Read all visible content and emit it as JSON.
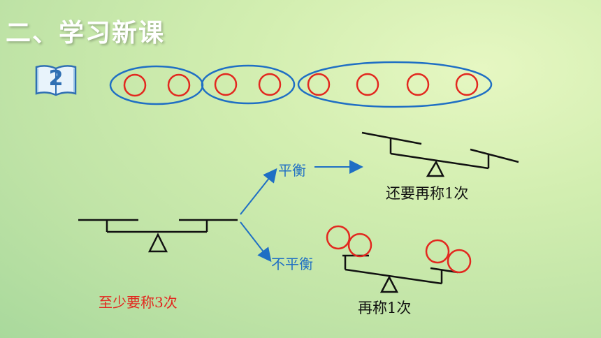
{
  "header": {
    "title": "二、学习新课"
  },
  "example": {
    "number": "2"
  },
  "groups": [
    {
      "coin_count": 2
    },
    {
      "coin_count": 2
    },
    {
      "coin_count": 4
    }
  ],
  "branches": {
    "balanced_label": "平衡",
    "unbalanced_label": "不平衡"
  },
  "notes": {
    "balanced_result": "还要再称1次",
    "unbalanced_result": "再称1次",
    "minimum": "至少要称3次"
  },
  "colors": {
    "accent_blue": "#1f6fc4",
    "coin_red": "#e2281f",
    "title_white": "#ffffff"
  }
}
